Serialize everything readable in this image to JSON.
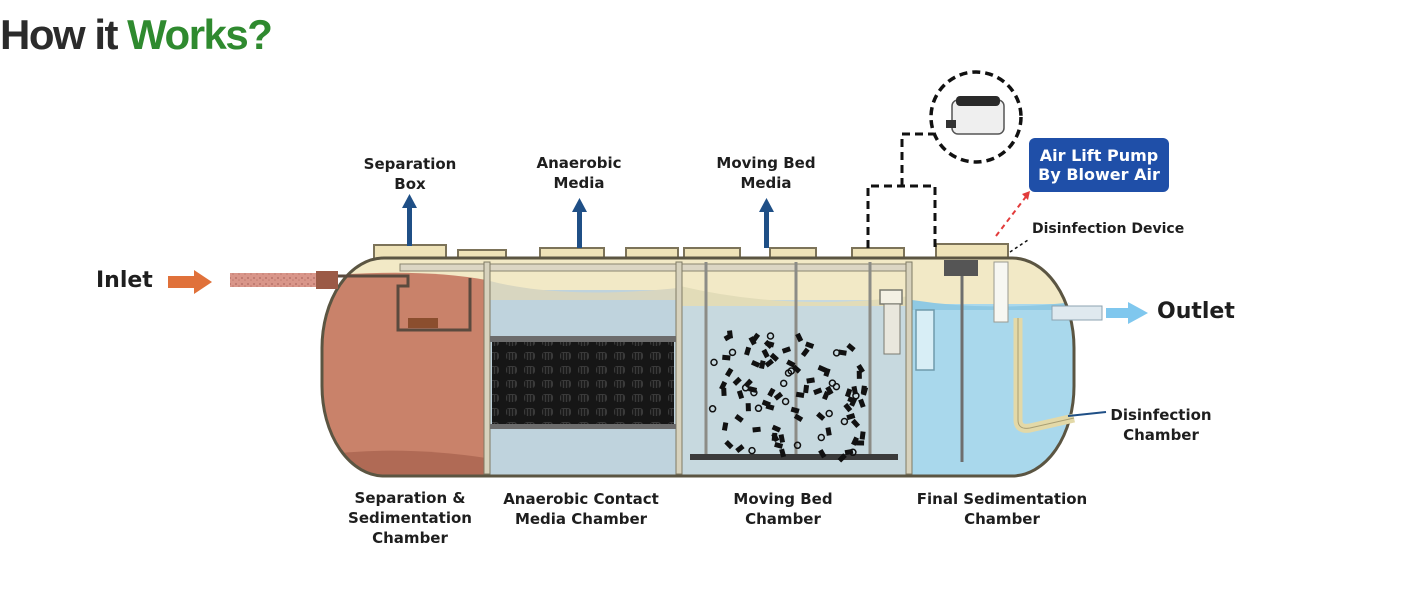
{
  "title": {
    "main": "How it ",
    "accent": "Works?"
  },
  "colors": {
    "accent_green": "#2f8a2f",
    "inlet_arrow": "#e0713a",
    "outlet_arrow": "#7fc7ee",
    "badge_blue": "#1f4fa8",
    "tank_shell": "#f2e9c6",
    "sludge": "#c9826a",
    "clear_water": "#a9d8ec",
    "media": "#111111",
    "up_arrow": "#1f4f86"
  },
  "labels": {
    "inlet": "Inlet",
    "outlet": "Outlet",
    "separation_box": "Separation\nBox",
    "anaerobic_media": "Anaerobic\nMedia",
    "moving_bed_media": "Moving Bed\nMedia",
    "air_lift_pump": "Air Lift Pump\nBy Blower Air",
    "disinfection_device": "Disinfection Device",
    "disinfection_chamber": "Disinfection\nChamber",
    "chamber_1": "Separation &\nSedimentation\nChamber",
    "chamber_2": "Anaerobic Contact\nMedia Chamber",
    "chamber_3": "Moving Bed\nChamber",
    "chamber_4": "Final Sedimentation\nChamber"
  },
  "icons": {
    "blower": "air-blower-icon",
    "up_arrow": "up-arrow-icon",
    "inlet_arrow": "right-arrow-icon",
    "outlet_arrow": "right-arrow-icon"
  }
}
